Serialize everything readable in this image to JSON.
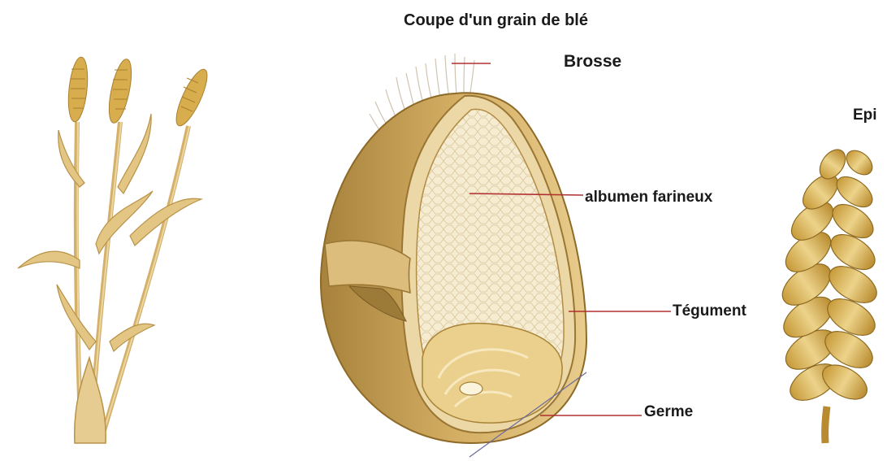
{
  "diagram": {
    "title": "Coupe d'un grain de blé",
    "labels": {
      "brosse": "Brosse",
      "albumen": "albumen farineux",
      "tegument": "Tégument",
      "germe": "Germe",
      "epi": "Epi"
    }
  },
  "colors": {
    "grain_outer": "#c9a35a",
    "grain_light": "#ecd8a8",
    "albumen": "#f6ecd2",
    "leader_line": "#b03030",
    "stem": "#d9b978"
  }
}
